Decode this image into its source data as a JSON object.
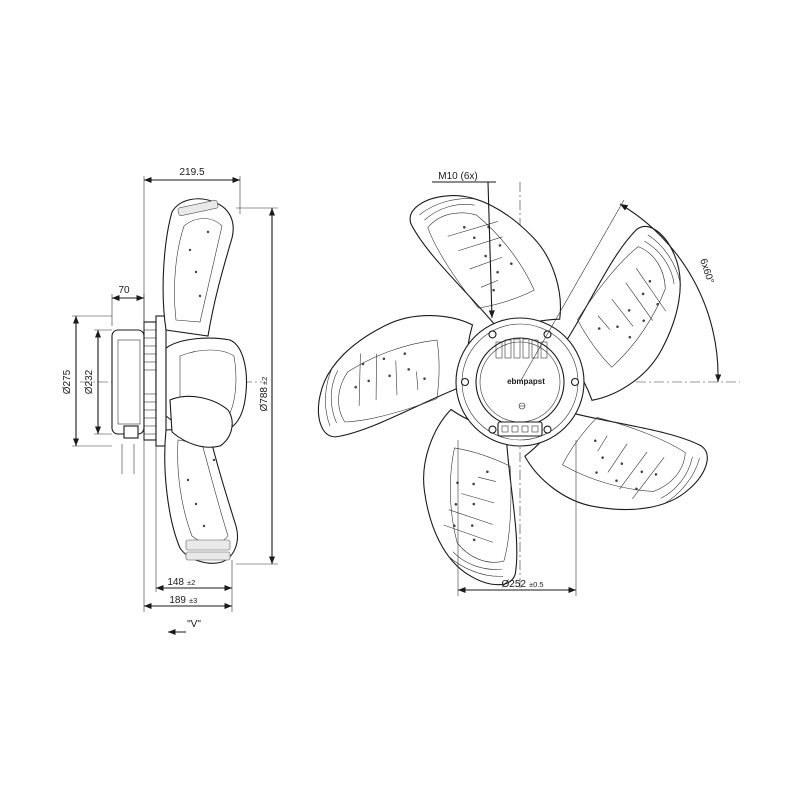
{
  "dimensions": {
    "overall_depth": "219.5",
    "motor_offset": "70",
    "flange_diameter": "Ø275",
    "motor_diameter": "Ø232",
    "fan_diameter": "Ø788",
    "fan_diameter_tol": "±2",
    "hub_depth": "148",
    "hub_depth_tol": "±2",
    "mount_depth": "189",
    "mount_depth_tol": "±3",
    "view_label": "\"V\"",
    "thread": "M10 (6x)",
    "angle": "6x60°",
    "bolt_circle": "Ø252",
    "bolt_circle_tol": "±0.5"
  },
  "brand": "ebmpapst",
  "colors": {
    "line": "#1a1a1a",
    "shade": "#e9e9e9"
  }
}
